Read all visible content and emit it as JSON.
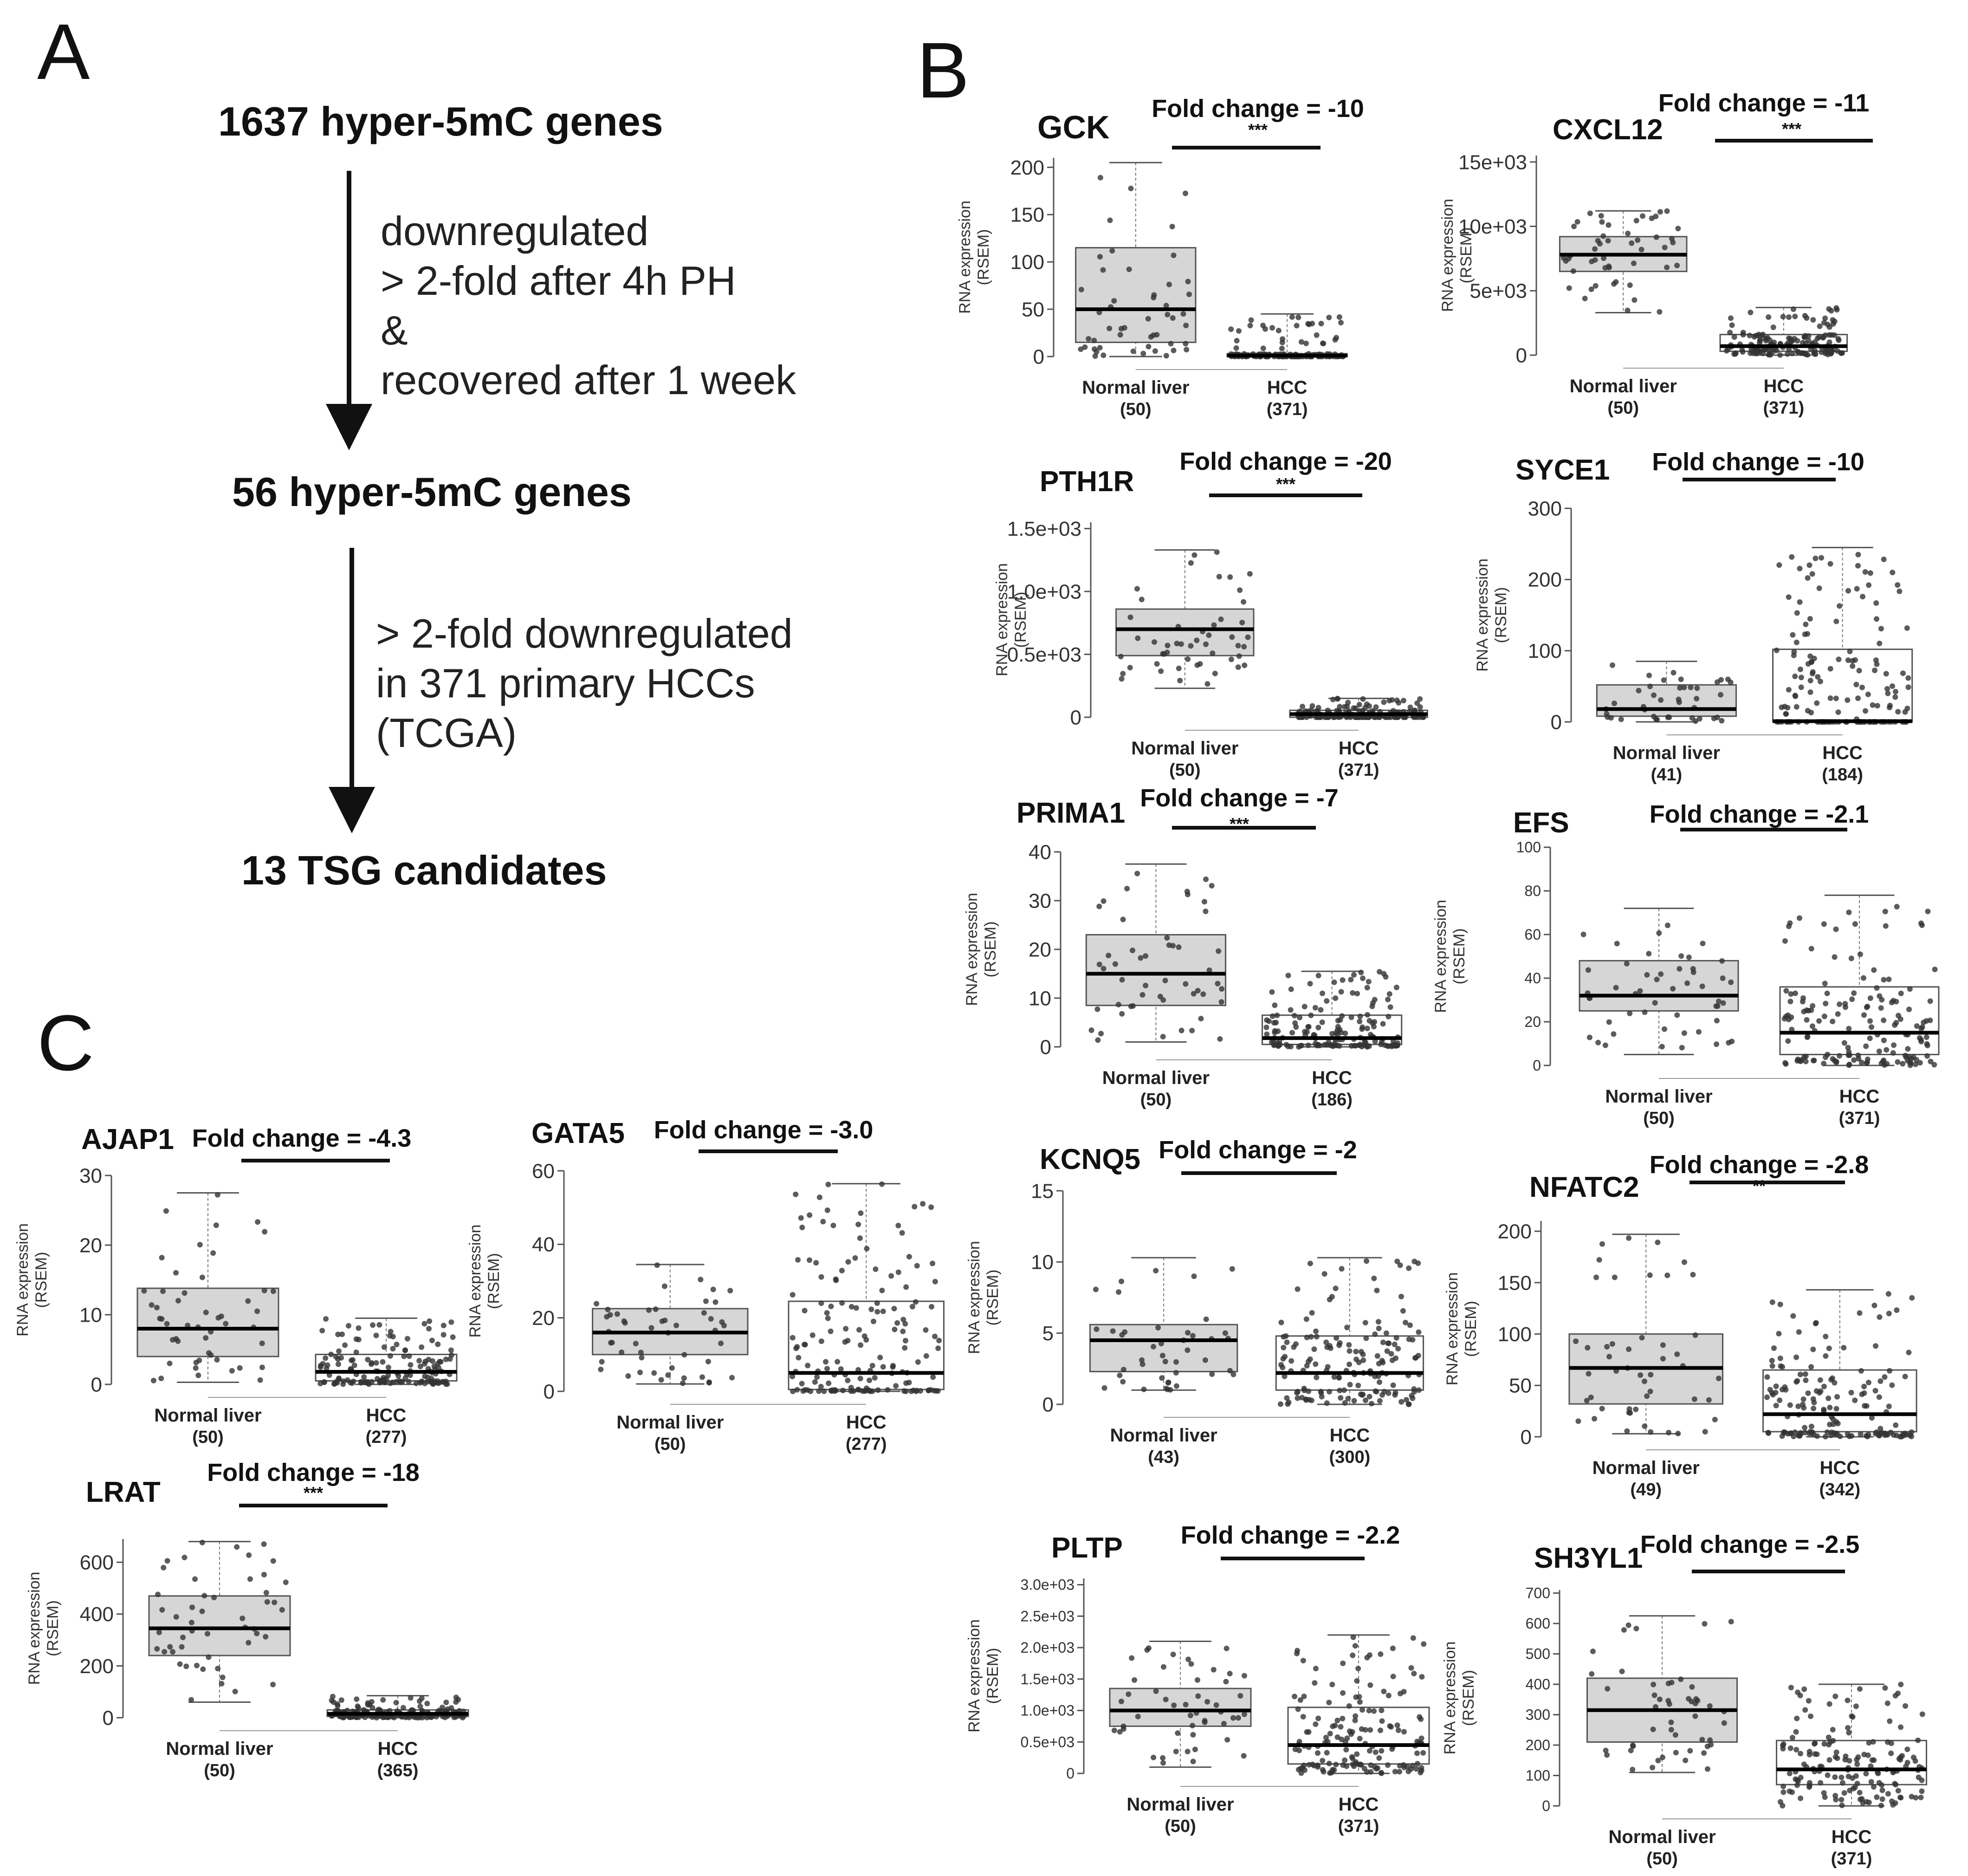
{
  "panel_a": {
    "letter": "A",
    "steps": [
      "1637 hyper-5mC genes",
      "56 hyper-5mC genes",
      "13 TSG candidates"
    ],
    "arrow1_lines": [
      "downregulated",
      "> 2-fold after 4h PH",
      "&",
      "recovered after 1 week"
    ],
    "arrow2_lines": [
      "> 2-fold downregulated",
      "in 371 primary HCCs",
      "(TCGA)"
    ]
  },
  "panel_b_letter": "B",
  "panel_c_letter": "C",
  "chart_data": [
    {
      "type": "box",
      "gene": "GCK",
      "fold_change": "Fold change = -10",
      "significance": "***",
      "ylabel": [
        "RNA expression",
        "(RSEM)"
      ],
      "ylim": [
        0,
        210
      ],
      "yticks": [
        "0",
        "50",
        "100",
        "150",
        "200"
      ],
      "categories": [
        {
          "label": "Normal liver",
          "n": "(50)",
          "q1": 15,
          "median": 50,
          "q3": 115,
          "whisker_low": 0,
          "whisker_high": 205,
          "fill": "#d6d6d6"
        },
        {
          "label": "HCC",
          "n": "(371)",
          "q1": 0,
          "median": 1,
          "q3": 3,
          "whisker_low": 0,
          "whisker_high": 45,
          "fill": "#ffffff"
        }
      ]
    },
    {
      "type": "box",
      "gene": "CXCL12",
      "fold_change": "Fold change = -11",
      "significance": "***",
      "ylabel": [
        "RNA expression",
        "(RSEM)"
      ],
      "ylim": [
        0,
        15500
      ],
      "yticks": [
        "0",
        "5e+03",
        "10e+03",
        "15e+03"
      ],
      "categories": [
        {
          "label": "Normal liver",
          "n": "(50)",
          "q1": 6500,
          "median": 7800,
          "q3": 9200,
          "whisker_low": 3300,
          "whisker_high": 11200,
          "fill": "#d6d6d6"
        },
        {
          "label": "HCC",
          "n": "(371)",
          "q1": 300,
          "median": 700,
          "q3": 1600,
          "whisker_low": 0,
          "whisker_high": 3700,
          "fill": "#ffffff"
        }
      ]
    },
    {
      "type": "box",
      "gene": "PTH1R",
      "fold_change": "Fold change = -20",
      "significance": "***",
      "ylabel": [
        "RNA expression",
        "(RSEM)"
      ],
      "ylim": [
        0,
        1550
      ],
      "yticks": [
        "0",
        "0.5e+03",
        "1.0e+03",
        "1.5e+03"
      ],
      "categories": [
        {
          "label": "Normal liver",
          "n": "(50)",
          "q1": 490,
          "median": 700,
          "q3": 860,
          "whisker_low": 230,
          "whisker_high": 1330,
          "fill": "#d6d6d6"
        },
        {
          "label": "HCC",
          "n": "(371)",
          "q1": 0,
          "median": 25,
          "q3": 55,
          "whisker_low": 0,
          "whisker_high": 150,
          "fill": "#ffffff"
        }
      ]
    },
    {
      "type": "box",
      "gene": "SYCE1",
      "fold_change": "Fold change = -10",
      "significance": "",
      "ylabel": [
        "RNA expression",
        "(RSEM)"
      ],
      "ylim": [
        0,
        300
      ],
      "yticks": [
        "0",
        "100",
        "200",
        "300"
      ],
      "categories": [
        {
          "label": "Normal liver",
          "n": "(41)",
          "q1": 8,
          "median": 18,
          "q3": 52,
          "whisker_low": 0,
          "whisker_high": 85,
          "fill": "#d6d6d6"
        },
        {
          "label": "HCC",
          "n": "(184)",
          "q1": 0,
          "median": 1,
          "q3": 102,
          "whisker_low": 0,
          "whisker_high": 245,
          "fill": "#ffffff"
        }
      ]
    },
    {
      "type": "box",
      "gene": "PRIMA1",
      "fold_change": "Fold change = -7",
      "significance": "***",
      "ylabel": [
        "RNA expression",
        "(RSEM)"
      ],
      "ylim": [
        0,
        40
      ],
      "yticks": [
        "0",
        "10",
        "20",
        "30",
        "40"
      ],
      "categories": [
        {
          "label": "Normal liver",
          "n": "(50)",
          "q1": 8.5,
          "median": 15,
          "q3": 23,
          "whisker_low": 1,
          "whisker_high": 37.5,
          "fill": "#d6d6d6"
        },
        {
          "label": "HCC",
          "n": "(186)",
          "q1": 0.5,
          "median": 1.8,
          "q3": 6.5,
          "whisker_low": 0,
          "whisker_high": 15.5,
          "fill": "#ffffff"
        }
      ]
    },
    {
      "type": "box",
      "gene": "EFS",
      "fold_change": "Fold change = -2.1",
      "significance": "",
      "ylabel": [
        "RNA expression",
        "(RSEM)"
      ],
      "ylim": [
        0,
        100
      ],
      "yticks": [
        "0",
        "20",
        "40",
        "60",
        "80",
        "100"
      ],
      "categories": [
        {
          "label": "Normal liver",
          "n": "(50)",
          "q1": 25,
          "median": 32,
          "q3": 48,
          "whisker_low": 5,
          "whisker_high": 72,
          "fill": "#d6d6d6"
        },
        {
          "label": "HCC",
          "n": "(371)",
          "q1": 5,
          "median": 15,
          "q3": 36,
          "whisker_low": 0,
          "whisker_high": 78,
          "fill": "#ffffff"
        }
      ]
    },
    {
      "type": "box",
      "gene": "KCNQ5",
      "fold_change": "Fold change = -2",
      "significance": "",
      "ylabel": [
        "RNA expression",
        "(RSEM)"
      ],
      "ylim": [
        0,
        15
      ],
      "yticks": [
        "0",
        "5",
        "10",
        "15"
      ],
      "categories": [
        {
          "label": "Normal liver",
          "n": "(43)",
          "q1": 2.3,
          "median": 4.5,
          "q3": 5.6,
          "whisker_low": 1,
          "whisker_high": 10.3,
          "fill": "#d6d6d6"
        },
        {
          "label": "HCC",
          "n": "(300)",
          "q1": 1,
          "median": 2.2,
          "q3": 4.8,
          "whisker_low": 0,
          "whisker_high": 10.3,
          "fill": "#ffffff"
        }
      ]
    },
    {
      "type": "box",
      "gene": "NFATC2",
      "fold_change": "Fold change = -2.8",
      "significance": "**",
      "ylabel": [
        "RNA expression",
        "(RSEM)"
      ],
      "ylim": [
        0,
        210
      ],
      "yticks": [
        "0",
        "50",
        "100",
        "150",
        "200"
      ],
      "categories": [
        {
          "label": "Normal liver",
          "n": "(49)",
          "q1": 32,
          "median": 67,
          "q3": 100,
          "whisker_low": 3,
          "whisker_high": 197,
          "fill": "#d6d6d6"
        },
        {
          "label": "HCC",
          "n": "(342)",
          "q1": 5,
          "median": 22,
          "q3": 65,
          "whisker_low": 0,
          "whisker_high": 143,
          "fill": "#ffffff"
        }
      ]
    },
    {
      "type": "box",
      "gene": "PLTP",
      "fold_change": "Fold change = -2.2",
      "significance": "",
      "ylabel": [
        "RNA expression",
        "(RSEM)"
      ],
      "ylim": [
        0,
        3100
      ],
      "yticks": [
        "0",
        "0.5e+03",
        "1.0e+03",
        "1.5e+03",
        "2.0e+03",
        "2.5e+03",
        "3.0e+03"
      ],
      "categories": [
        {
          "label": "Normal liver",
          "n": "(50)",
          "q1": 750,
          "median": 1000,
          "q3": 1350,
          "whisker_low": 100,
          "whisker_high": 2100,
          "fill": "#d6d6d6"
        },
        {
          "label": "HCC",
          "n": "(371)",
          "q1": 150,
          "median": 450,
          "q3": 1050,
          "whisker_low": 0,
          "whisker_high": 2200,
          "fill": "#ffffff"
        }
      ]
    },
    {
      "type": "box",
      "gene": "SH3YL1",
      "fold_change": "Fold change = -2.5",
      "significance": "",
      "ylabel": [
        "RNA expression",
        "(RSEM)"
      ],
      "ylim": [
        0,
        710
      ],
      "yticks": [
        "0",
        "100",
        "200",
        "300",
        "400",
        "500",
        "600",
        "700"
      ],
      "categories": [
        {
          "label": "Normal liver",
          "n": "(50)",
          "q1": 210,
          "median": 315,
          "q3": 420,
          "whisker_low": 110,
          "whisker_high": 625,
          "fill": "#d6d6d6"
        },
        {
          "label": "HCC",
          "n": "(371)",
          "q1": 70,
          "median": 120,
          "q3": 215,
          "whisker_low": 0,
          "whisker_high": 400,
          "fill": "#ffffff"
        }
      ]
    },
    {
      "type": "box",
      "gene": "AJAP1",
      "fold_change": "Fold change = -4.3",
      "significance": "",
      "ylabel": [
        "RNA expression",
        "(RSEM)"
      ],
      "ylim": [
        0,
        30
      ],
      "yticks": [
        "0",
        "10",
        "20",
        "30"
      ],
      "categories": [
        {
          "label": "Normal liver",
          "n": "(50)",
          "q1": 4,
          "median": 8,
          "q3": 13.8,
          "whisker_low": 0.3,
          "whisker_high": 27.5,
          "fill": "#d6d6d6"
        },
        {
          "label": "HCC",
          "n": "(277)",
          "q1": 0.5,
          "median": 1.8,
          "q3": 4.3,
          "whisker_low": 0,
          "whisker_high": 9.5,
          "fill": "#ffffff"
        }
      ]
    },
    {
      "type": "box",
      "gene": "GATA5",
      "fold_change": "Fold change = -3.0",
      "significance": "",
      "ylabel": [
        "RNA expression",
        "(RSEM)"
      ],
      "ylim": [
        0,
        60
      ],
      "yticks": [
        "0",
        "20",
        "40",
        "60"
      ],
      "categories": [
        {
          "label": "Normal liver",
          "n": "(50)",
          "q1": 10,
          "median": 16,
          "q3": 22.5,
          "whisker_low": 2,
          "whisker_high": 34.5,
          "fill": "#d6d6d6"
        },
        {
          "label": "HCC",
          "n": "(277)",
          "q1": 0.5,
          "median": 5,
          "q3": 24.5,
          "whisker_low": 0,
          "whisker_high": 56.5,
          "fill": "#ffffff"
        }
      ]
    },
    {
      "type": "box",
      "gene": "LRAT",
      "fold_change": "Fold change = -18",
      "significance": "***",
      "ylabel": [
        "RNA expression",
        "(RSEM)"
      ],
      "ylim": [
        0,
        690
      ],
      "yticks": [
        "0",
        "200",
        "400",
        "600"
      ],
      "categories": [
        {
          "label": "Normal liver",
          "n": "(50)",
          "q1": 240,
          "median": 345,
          "q3": 470,
          "whisker_low": 60,
          "whisker_high": 680,
          "fill": "#d6d6d6"
        },
        {
          "label": "HCC",
          "n": "(365)",
          "q1": 5,
          "median": 15,
          "q3": 30,
          "whisker_low": 0,
          "whisker_high": 85,
          "fill": "#ffffff"
        }
      ]
    }
  ]
}
